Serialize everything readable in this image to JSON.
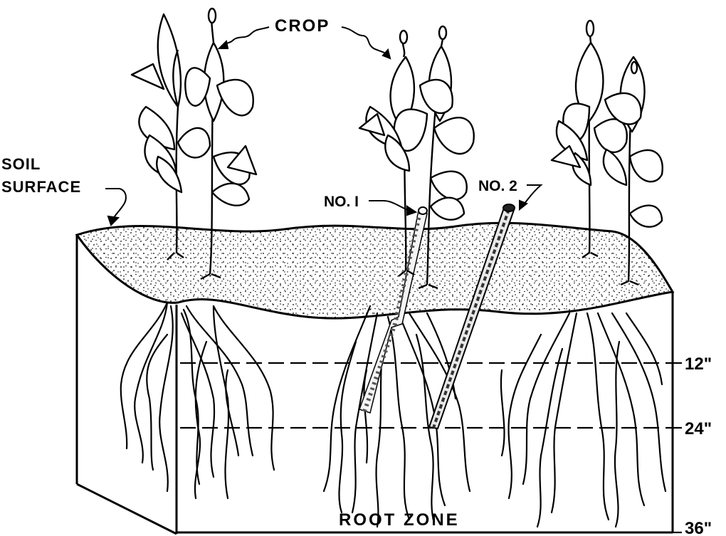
{
  "labels": {
    "crop": "CROP",
    "soil_surface_line1": "SOIL",
    "soil_surface_line2": "SURFACE",
    "probe_1": "NO. I",
    "probe_2": "NO. 2",
    "root_zone": "ROOT ZONE"
  },
  "depth_markers": [
    {
      "label": "12\""
    },
    {
      "label": "24\""
    },
    {
      "label": "36\""
    }
  ],
  "colors": {
    "ink": "#000000",
    "paper": "#ffffff"
  }
}
